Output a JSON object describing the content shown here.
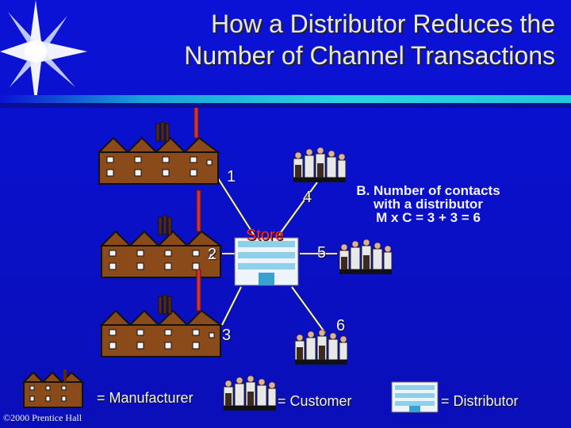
{
  "title_line1": "How a Distributor Reduces the",
  "title_line2": "Number of Channel Transactions",
  "store_label": "Store",
  "numbers": {
    "n1": "1",
    "n2": "2",
    "n3": "3",
    "n4": "4",
    "n5": "5",
    "n6": "6"
  },
  "note": {
    "line1": "B. Number of contacts",
    "line2": "with a distributor",
    "line3": "M x C = 3 + 3 = 6"
  },
  "legend": {
    "manufacturer": "= Manufacturer",
    "customer": "= Customer",
    "distributor": "= Distributor"
  },
  "copyright": "©2000 Prentice Hall",
  "icons": [
    "starburst-icon",
    "factory-icon",
    "customer-group-icon",
    "store-building-icon"
  ],
  "colors": {
    "background": "#0a10c8",
    "line": "#ffff66",
    "store_label": "#ff2a2a"
  }
}
